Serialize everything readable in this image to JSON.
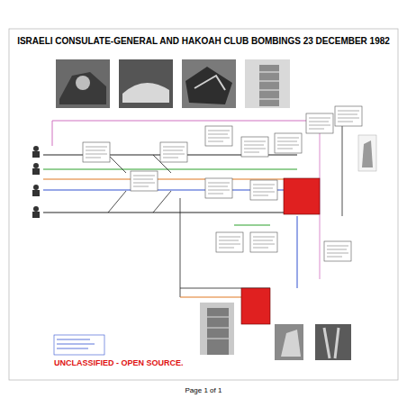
{
  "diagram": {
    "title": "ISRAELI CONSULATE-GENERAL AND HAKOAH CLUB BOMBINGS 23 DECEMBER 1982",
    "labels": [
      "UNCLASSIFIED - OPEN SOURCE.",
      "Page 1 of 1"
    ]
  }
}
